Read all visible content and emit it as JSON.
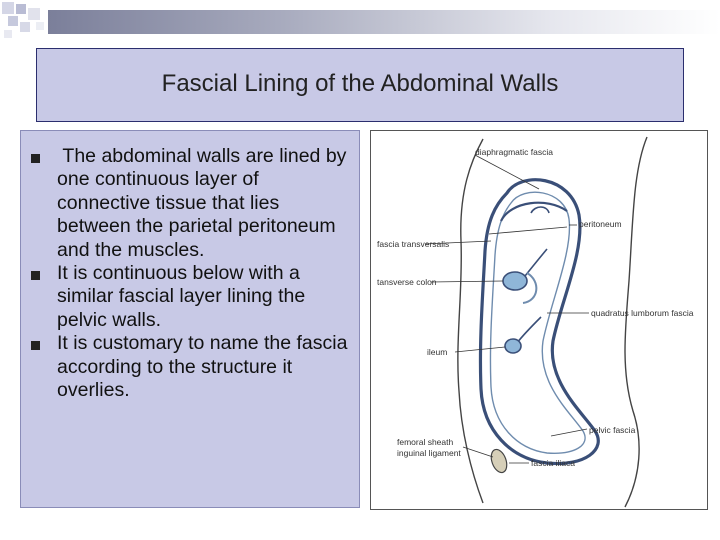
{
  "slide": {
    "title": "Fascial Lining of the Abdominal Walls",
    "bullets": [
      " The abdominal walls are lined by one continuous layer of connective tissue that lies between the parietal peritoneum and the muscles.",
      "It is continuous below with a similar fascial layer lining the pelvic walls.",
      "It is customary to name the fascia according to the structure it overlies."
    ]
  },
  "figure": {
    "labels": {
      "diaphragmatic_fascia": "diaphragmatic fascia",
      "peritoneum": "peritoneum",
      "fascia_transversalis": "fascia transversalis",
      "transverse_colon": "tansverse colon",
      "quadratus_lumborum_fascia": "quadratus lumborum fascia",
      "ileum": "ileum",
      "femoral_sheath": "femoral sheath",
      "inguinal_ligament": "inguinal ligament",
      "pelvic_fascia": "pelvic fascia",
      "fascia_iliaca": "fascia iliaca"
    }
  },
  "colors": {
    "title_bg": "#c8c9e6",
    "content_bg": "#c8c9e6",
    "fascia_stroke": "#3a4f78",
    "organ_fill": "#8fb6d8"
  }
}
